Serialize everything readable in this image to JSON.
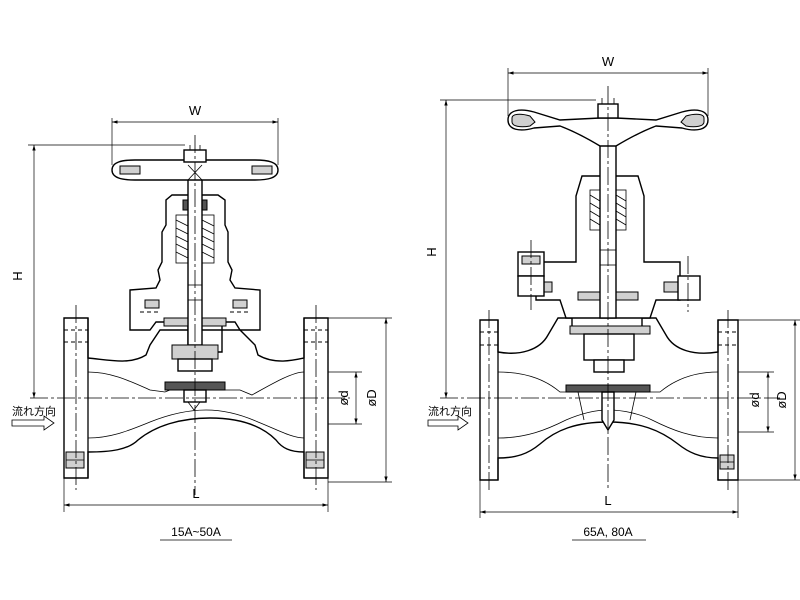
{
  "left_view": {
    "caption": "15A~50A",
    "dim_width": "W",
    "dim_height": "H",
    "dim_length": "L",
    "dim_inner_dia": "ød",
    "dim_outer_dia": "øD",
    "flow_label": "流れ方向"
  },
  "right_view": {
    "caption": "65A, 80A",
    "dim_width": "W",
    "dim_height": "H",
    "dim_length": "L",
    "dim_inner_dia": "ød",
    "dim_outer_dia": "øD",
    "flow_label": "流れ方向"
  }
}
